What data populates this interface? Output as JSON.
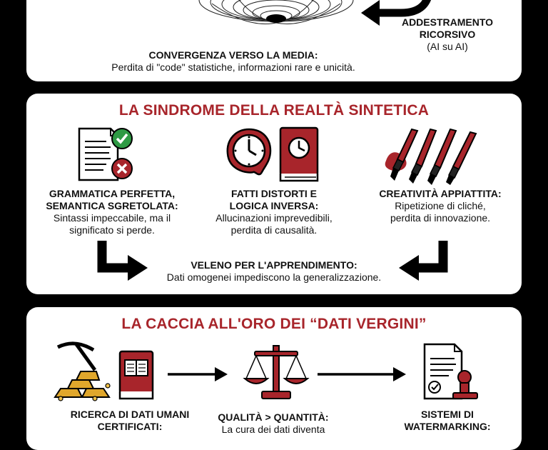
{
  "section1": {
    "loop_label_1": "ADDESTRAMENTO",
    "loop_label_2": "RICORSIVO",
    "loop_label_3": "(AI su AI)",
    "convergence_heading": "CONVERGENZA VERSO LA MEDIA:",
    "convergence_text": "Perdita di \"code\" statistiche, informazioni rare e unicità."
  },
  "section2": {
    "title": "LA SINDROME DELLA REALTÀ SINTETICA",
    "items": [
      {
        "heading_1": "GRAMMATICA PERFETTA,",
        "heading_2": "SEMANTICA SGRETOLATA:",
        "text_1": "Sintassi impeccabile, ma il",
        "text_2": "significato si perde."
      },
      {
        "heading_1": "FATTI DISTORTI E",
        "heading_2": "LOGICA INVERSA:",
        "text_1": "Allucinazioni imprevedibili,",
        "text_2": "perdita di causalità."
      },
      {
        "heading_1": "CREATIVITÀ APPIATTITA:",
        "text_1": "Ripetizione di cliché,",
        "text_2": "perdita di innovazione."
      }
    ],
    "poison_heading": "VELENO PER L'APPRENDIMENTO:",
    "poison_text": "Dati omogenei impediscono la generalizzazione."
  },
  "section3": {
    "title": "LA CACCIA ALL'ORO DEI “DATI VERGINI”",
    "items": [
      {
        "heading_1": "RICERCA DI DATI UMANI",
        "heading_2": "CERTIFICATI:"
      },
      {
        "heading_1": "QUALITÀ > QUANTITÀ:",
        "text_1": "La cura dei dati diventa"
      },
      {
        "heading_1": "SISTEMI DI",
        "heading_2": "WATERMARKING:"
      }
    ]
  },
  "colors": {
    "accent_red": "#a8252b",
    "panel_bg": "#ffffff",
    "page_bg": "#000000",
    "ink": "#111111"
  },
  "icons": [
    "vortex-icon",
    "loop-arrow-icon",
    "document-check-icon",
    "clock-icon",
    "book-clock-icon",
    "paintbrushes-icon",
    "pickaxe-icon",
    "gold-bars-icon",
    "book-icon",
    "scales-icon",
    "certificate-stamp-icon",
    "arrow-icon"
  ]
}
